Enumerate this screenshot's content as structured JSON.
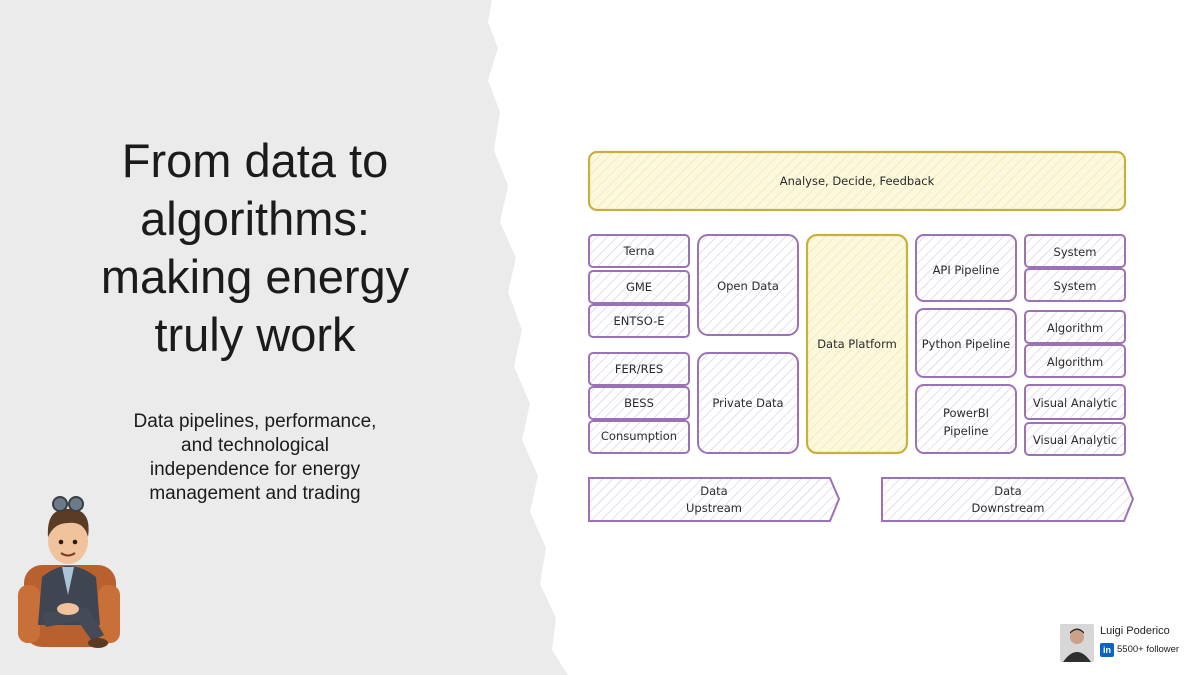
{
  "slide": {
    "title_lines": [
      "From data to",
      "algorithms:",
      "making energy",
      "truly work"
    ],
    "subtitle_lines": [
      "Data pipelines, performance,",
      "and technological",
      "independence for energy",
      "management and trading"
    ]
  },
  "diagram": {
    "top": "Analyse, Decide, Feedback",
    "public_sources": [
      "Terna",
      "GME",
      "ENTSO-E"
    ],
    "private_sources": [
      "FER/RES",
      "BESS",
      "Consumption"
    ],
    "open_data": "Open Data",
    "private_data": "Private Data",
    "platform": "Data Platform",
    "pipelines": {
      "api": "API Pipeline",
      "python": "Python Pipeline",
      "powerbi": [
        "PowerBI",
        "Pipeline"
      ]
    },
    "outputs": [
      "System",
      "System",
      "Algorithm",
      "Algorithm",
      "Visual Analytic",
      "Visual Analytic"
    ],
    "upstream": [
      "Data",
      "Upstream"
    ],
    "downstream": [
      "Data",
      "Downstream"
    ],
    "colors": {
      "purple_stroke": "#9b73b4",
      "purple_hatch": "#c9b3dc",
      "yellow_stroke": "#c7b13e",
      "yellow_fill": "#f8f3cc"
    }
  },
  "badge": {
    "name": "Luigi Poderico",
    "linkedin_icon": "in",
    "followers": "5500+ follower"
  }
}
